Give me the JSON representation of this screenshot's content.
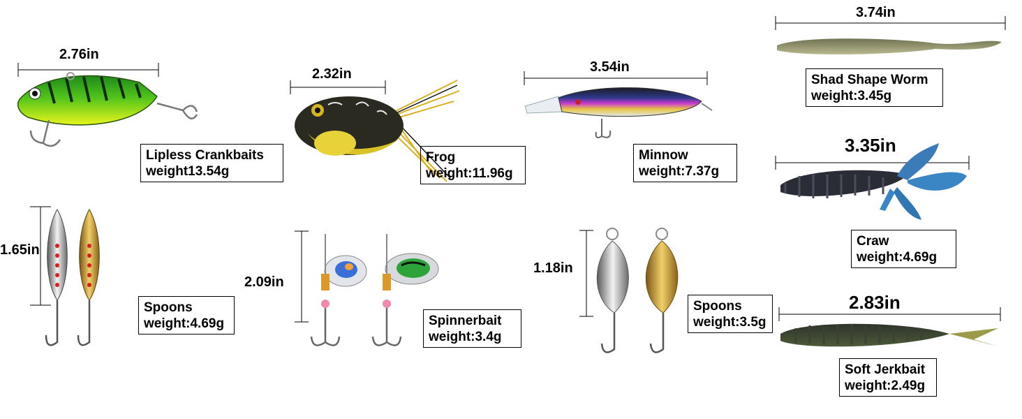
{
  "products": [
    {
      "name": "Lipless Crankbaits",
      "weight": "weight13.54g",
      "dimension": "2.76in"
    },
    {
      "name": "Frog",
      "weight": "weight:11.96g",
      "dimension": "2.32in"
    },
    {
      "name": "Minnow",
      "weight": "weight:7.37g",
      "dimension": "3.54in"
    },
    {
      "name": "Shad Shape Worm",
      "weight": "weight:3.45g",
      "dimension": "3.74in"
    },
    {
      "name": "Craw",
      "weight": "weight:4.69g",
      "dimension": "3.35in"
    },
    {
      "name": "Spoons",
      "weight": "weight:4.69g",
      "dimension": "1.65in"
    },
    {
      "name": "Spinnerbait",
      "weight": "weight:3.4g",
      "dimension": "2.09in"
    },
    {
      "name": "Spoons",
      "weight": "weight:3.5g",
      "dimension": "1.18in"
    },
    {
      "name": "Soft  Jerkbait",
      "weight": "weight:2.49g",
      "dimension": "2.83in"
    }
  ]
}
